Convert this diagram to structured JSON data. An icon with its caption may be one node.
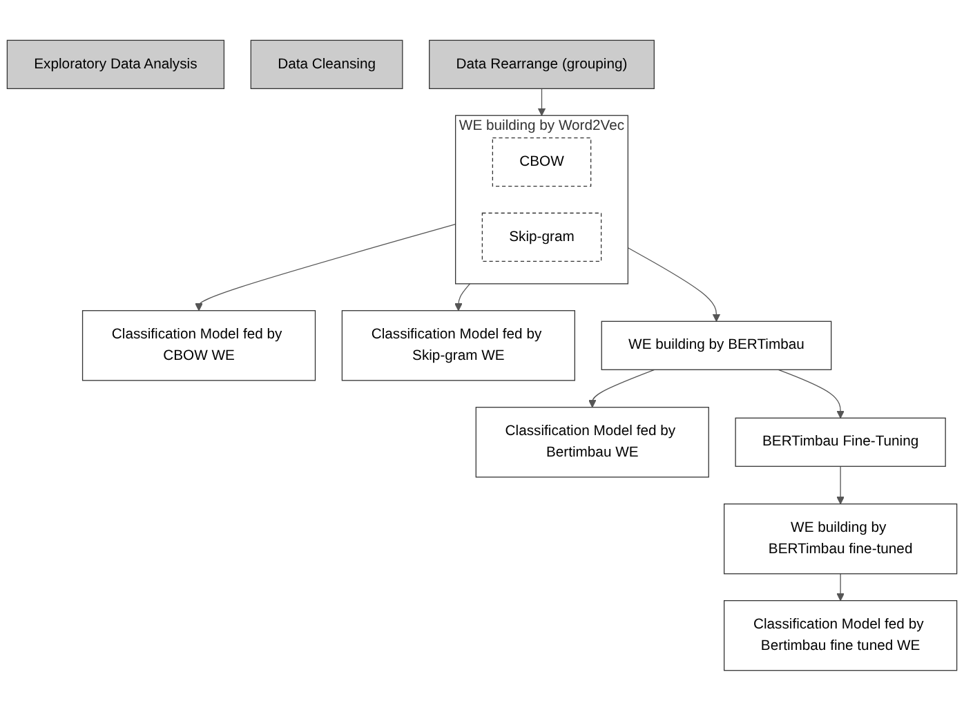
{
  "diagram": {
    "nodes": [
      {
        "text": [
          "Exploratory Data Analysis"
        ]
      },
      {
        "text": [
          "Data Cleansing"
        ]
      },
      {
        "text": [
          "Data Rearrange (grouping)"
        ]
      },
      {
        "text": [
          "WE building by Word2Vec"
        ]
      },
      {
        "text": [
          "CBOW"
        ],
        "in": 3
      },
      {
        "text": [
          "Skip-gram"
        ],
        "in": 3
      },
      {
        "text": [
          "Classification Model fed by CBOW WE"
        ]
      },
      {
        "text": [
          "Classification Model fed by Skip-gram WE"
        ]
      },
      {
        "text": [
          "WE building by BERTimbau"
        ]
      },
      {
        "text": [
          "Classification Model fed by Bertimbau WE"
        ]
      },
      {
        "text": [
          "BERTimbau Fine-Tuning"
        ]
      },
      {
        "text": [
          "WE building by BERTimbau fine-tuned"
        ]
      },
      {
        "text": [
          "Classification Model fed by Bertimbau fine tuned WE"
        ]
      }
    ],
    "edges": [
      {
        "from": 2,
        "to": 3,
        "arrow": "to"
      },
      {
        "from": 3,
        "to": 6,
        "arrow": "to"
      },
      {
        "from": 3,
        "to": 7,
        "arrow": "to"
      },
      {
        "from": 3,
        "to": 8,
        "arrow": "to"
      },
      {
        "from": 8,
        "to": 9,
        "arrow": "to"
      },
      {
        "from": 8,
        "to": 10,
        "arrow": "to"
      },
      {
        "from": 10,
        "to": 11,
        "arrow": "to"
      },
      {
        "from": 11,
        "to": 12,
        "arrow": "to"
      }
    ]
  }
}
